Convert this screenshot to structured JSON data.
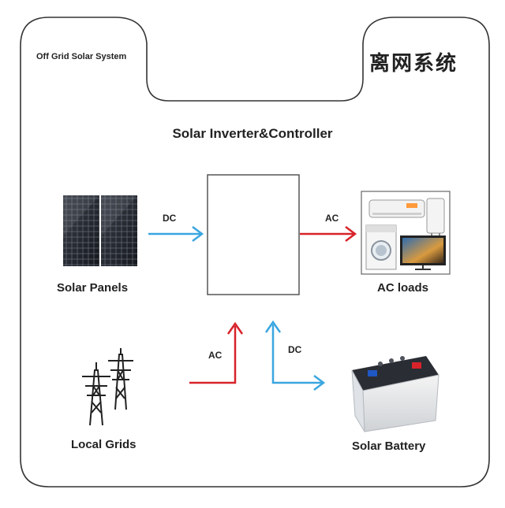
{
  "header": {
    "left_tab": "Off Grid Solar System",
    "right_tab": "离网系统"
  },
  "center_title": "Solar Inverter&Controller",
  "nodes": {
    "solar_panels": "Solar Panels",
    "ac_loads": "AC loads",
    "local_grids": "Local Grids",
    "solar_battery": "Solar Battery"
  },
  "flows": {
    "panels_to_inverter": "DC",
    "inverter_to_loads": "AC",
    "grid_to_inverter": "AC",
    "inverter_to_battery": "DC"
  },
  "colors": {
    "dc_arrow": "#3aa6e0",
    "ac_arrow": "#d8232a",
    "frame": "#333333"
  }
}
